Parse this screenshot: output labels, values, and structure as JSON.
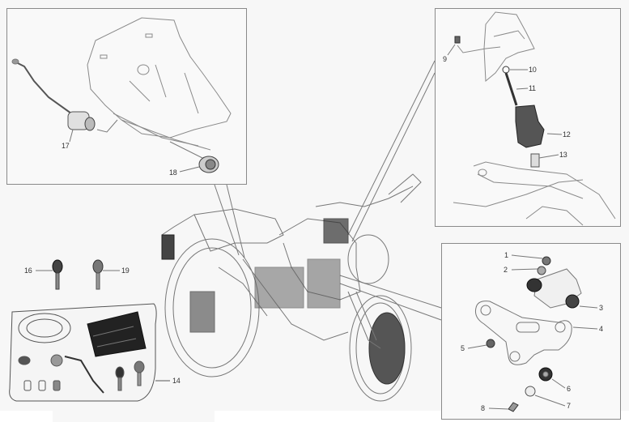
{
  "diagram": {
    "title": "Motorcycle exploded parts diagram",
    "callouts": {
      "c1": "1",
      "c2": "2",
      "c3": "3",
      "c4": "4",
      "c5": "5",
      "c6": "6",
      "c7": "7",
      "c8": "8",
      "c9": "9",
      "c10": "10",
      "c11": "11",
      "c12": "12",
      "c13": "13",
      "c14": "14",
      "c16": "16",
      "c17": "17",
      "c18": "18",
      "c19": "19"
    },
    "colors": {
      "line": "#7a7a7a",
      "dark": "#2a2a2a",
      "background": "#f7f7f7",
      "box_border": "#8a8a8a"
    }
  }
}
